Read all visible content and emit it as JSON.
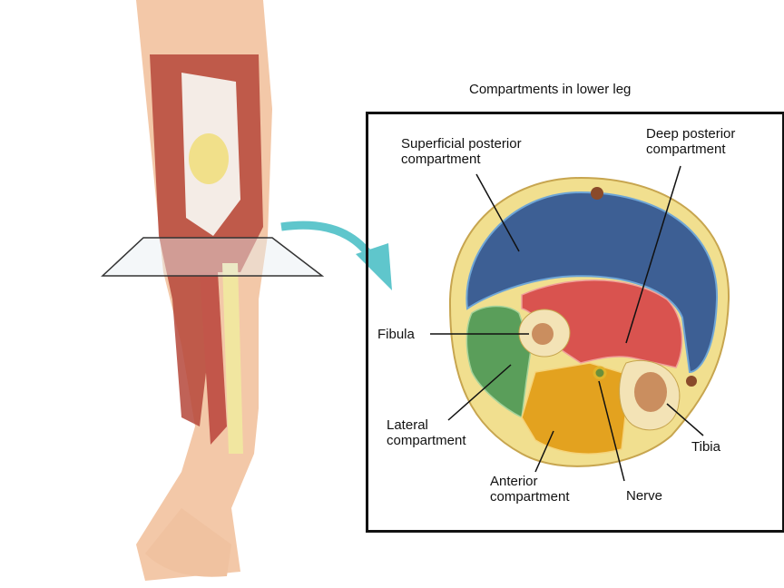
{
  "title": "Compartments in lower leg",
  "labels": {
    "superficial_posterior": "Superficial posterior compartment",
    "deep_posterior": "Deep posterior compartment",
    "fibula": "Fibula",
    "lateral": "Lateral compartment",
    "anterior": "Anterior compartment",
    "nerve": "Nerve",
    "tibia": "Tibia"
  },
  "colors": {
    "superficial_posterior": "#3d5f94",
    "deep_posterior": "#d9534f",
    "lateral": "#5a9e5a",
    "anterior": "#e3a21f",
    "bone": "#f3e3b6",
    "fat": "#f1df8f",
    "arrow": "#5fc6cc"
  }
}
